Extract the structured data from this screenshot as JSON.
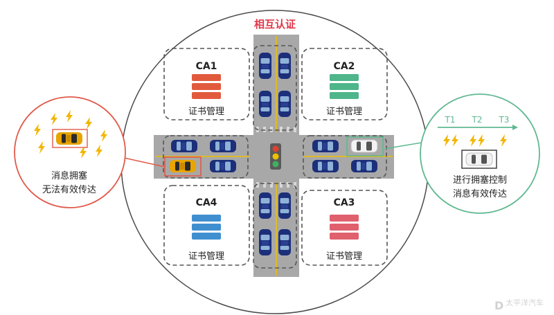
{
  "title": "相互认证",
  "ca_boxes": [
    {
      "name": "CA1",
      "caption": "证书管理",
      "color": "#e25a3d"
    },
    {
      "name": "CA2",
      "caption": "证书管理",
      "color": "#4fb58a"
    },
    {
      "name": "CA4",
      "caption": "证书管理",
      "color": "#3f8fd0"
    },
    {
      "name": "CA3",
      "caption": "证书管理",
      "color": "#e0606e"
    }
  ],
  "left_bubble": {
    "line1": "消息拥塞",
    "line2": "无法有效传达",
    "color": "#e05a4a"
  },
  "right_bubble": {
    "time_labels": [
      "T1",
      "T2",
      "T3"
    ],
    "line1": "进行拥塞控制",
    "line2": "消息有效传达",
    "color": "#5fb890"
  },
  "watermark": "太平洋汽车",
  "colors": {
    "title": "#e0394b",
    "road": "#a8a8a8",
    "lane_line": "#f0c000",
    "dashed_box": "#555555",
    "blue_car": "#1c2f7a",
    "yellow_car": "#e8a400",
    "lightning": "#f2b600"
  }
}
